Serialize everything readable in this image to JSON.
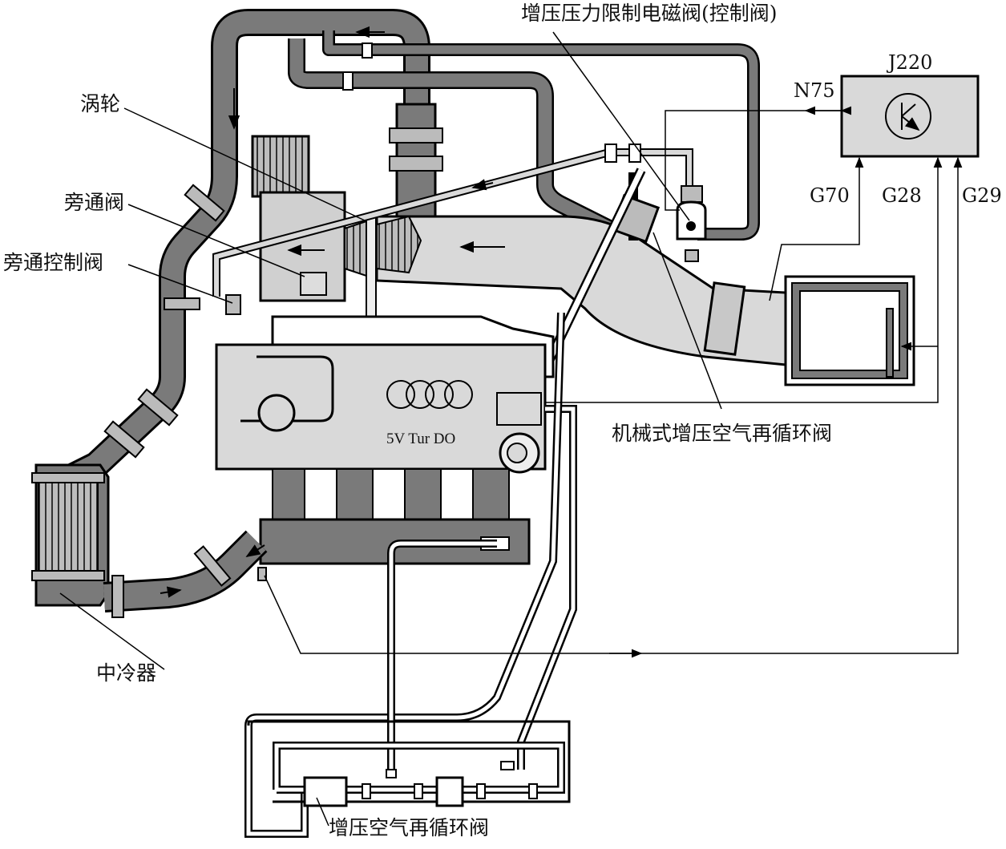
{
  "labels": {
    "boost_valve": "增压压力限制电磁阀(控制阀)",
    "turbine": "涡轮",
    "bypass_valve": "旁通阀",
    "bypass_control_valve": "旁通控制阀",
    "intercooler": "中冷器",
    "mech_recirc_valve": "机械式增压空气再循环阀",
    "recirc_valve": "增压空气再循环阀"
  },
  "signals": {
    "ecu": "J220",
    "n75": "N75",
    "g70": "G70",
    "g28": "G28",
    "g29": "G29"
  },
  "engine_label": "5V Tur DO",
  "colors": {
    "pipe_dark": "#7a7a7a",
    "intake_light": "#d9d9d9",
    "outline": "#000000"
  }
}
